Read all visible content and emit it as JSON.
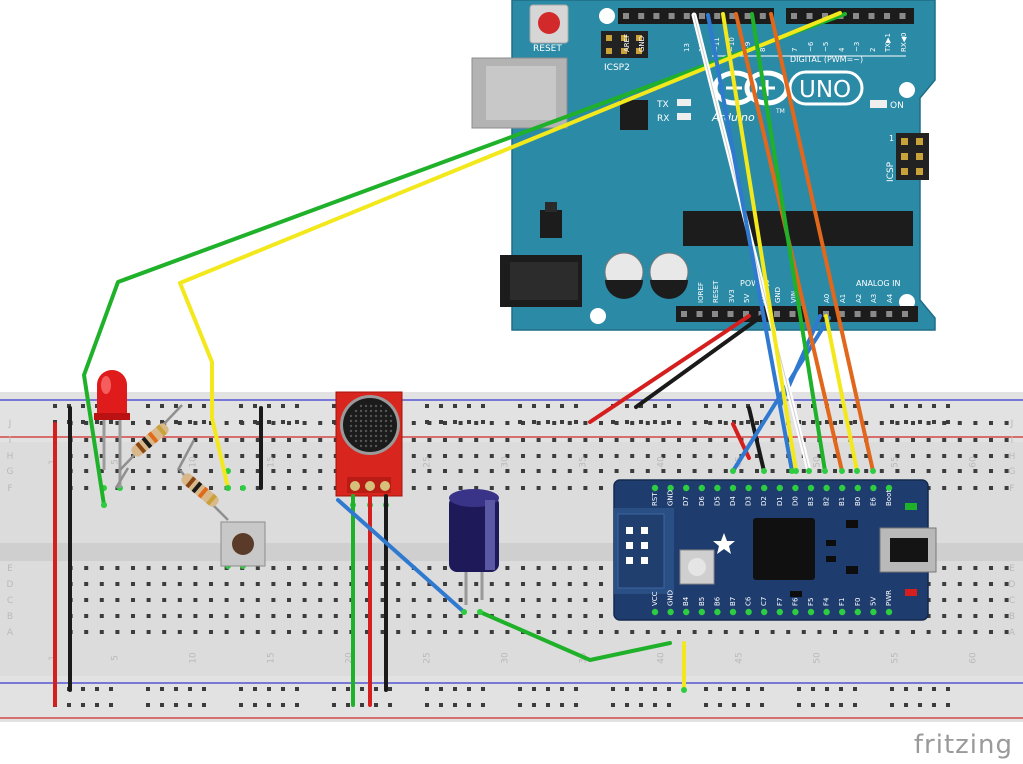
{
  "watermark": "fritzing",
  "breadboard": {
    "column_numbers": [
      "1",
      "5",
      "10",
      "15",
      "20",
      "25",
      "30",
      "35",
      "40",
      "45",
      "50",
      "55",
      "60"
    ],
    "row_letters_top": [
      "J",
      "I",
      "H",
      "G",
      "F"
    ],
    "row_letters_bottom": [
      "E",
      "D",
      "C",
      "B",
      "A"
    ]
  },
  "arduino": {
    "reset_label": "RESET",
    "icsp2_label": "ICSP2",
    "brand_label": "Arduino",
    "model_label": "UNO",
    "tm_label": "TM",
    "tx_label": "TX",
    "rx_label": "RX",
    "on_label": "ON",
    "icsp_label": "ICSP",
    "icsp_pin1_label": "1",
    "digital_label": "DIGITAL (PWM=~)",
    "power_label": "POWER",
    "analog_label": "ANALOG IN",
    "header_top_labels": [
      "AREF",
      "GND",
      "13",
      "12",
      "~11",
      "~10",
      "~9",
      "8",
      "7",
      "~6",
      "~5",
      "4",
      "~3",
      "2",
      "TX▶1",
      "RX◀0"
    ],
    "header_bottom_labels": [
      "IOREF",
      "RESET",
      "3V3",
      "5V",
      "GND",
      "GND",
      "VIN",
      "A0",
      "A1",
      "A2",
      "A3",
      "A4",
      "A5"
    ]
  },
  "teensy": {
    "top_pins": [
      "RST",
      "GND",
      "D7",
      "D6",
      "D5",
      "D4",
      "D3",
      "D2",
      "D1",
      "D0",
      "B3",
      "B2",
      "B1",
      "B0",
      "E6",
      "Boot"
    ],
    "bottom_pins": [
      "VCC",
      "GND",
      "B4",
      "B5",
      "B6",
      "B7",
      "C6",
      "C7",
      "F7",
      "F6",
      "F5",
      "F4",
      "F1",
      "F0",
      "5V",
      "PWR"
    ]
  },
  "colors": {
    "arduino_board": "#2b8aa6",
    "teensy_board": "#1e3d6e",
    "mic_board": "#d8251d",
    "wire_green": "#1fb12a",
    "wire_yellow": "#f2e81c",
    "wire_orange": "#e0671b",
    "wire_blue": "#2f7ad0",
    "wire_white": "#ffffff",
    "wire_red": "#d51f1f",
    "wire_black": "#1a1a1a"
  }
}
